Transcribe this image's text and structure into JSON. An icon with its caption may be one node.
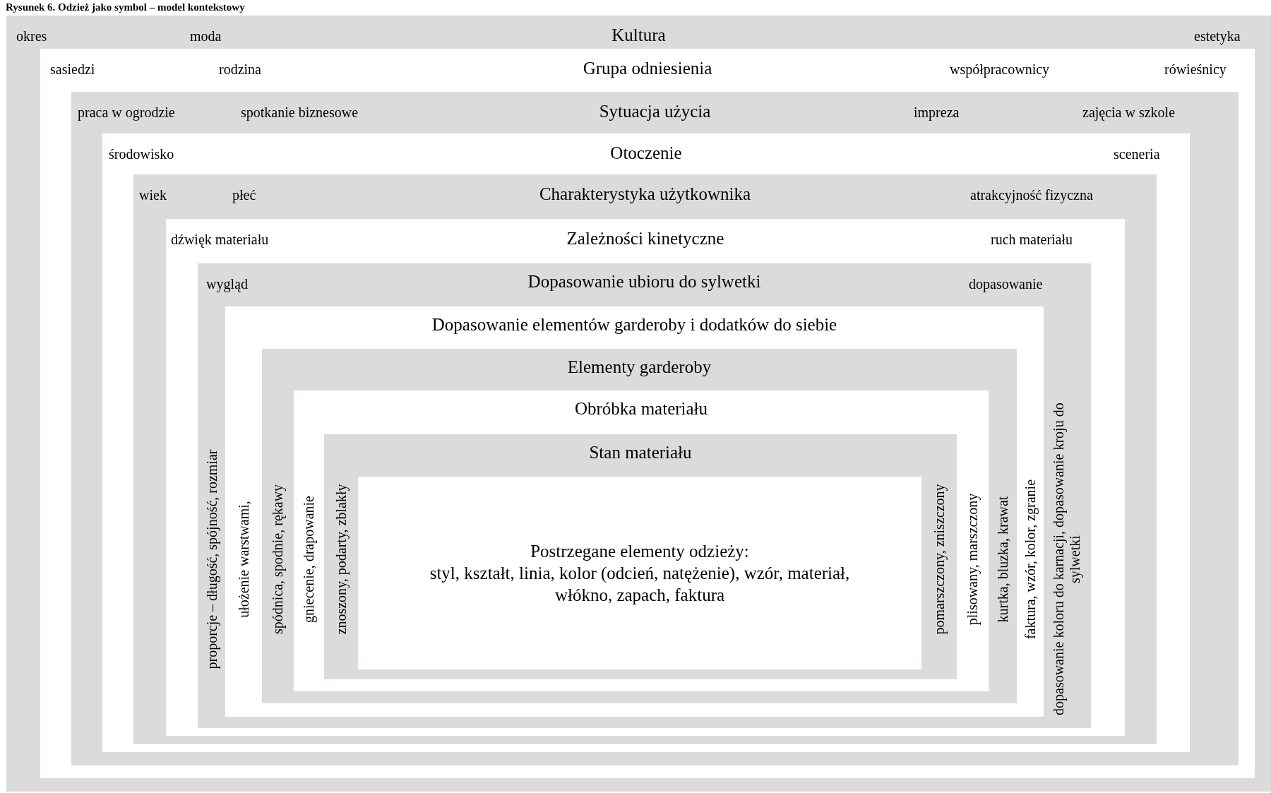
{
  "diagram": {
    "title": "Rysunek 6. Odzież jako symbol – model kontekstowy",
    "nodes": [
      {
        "text": [
          "okres",
          "moda",
          "Kultura",
          "estetyka"
        ]
      },
      {
        "text": [
          "sasiedzi",
          "rodzina",
          "Grupa odniesienia",
          "współpracownicy",
          "rówieśnicy"
        ],
        "in": 0
      },
      {
        "text": [
          "praca w ogrodzie",
          "spotkanie biznesowe",
          "Sytuacja użycia",
          "impreza",
          "zajęcia w szkole"
        ],
        "in": 1
      },
      {
        "text": [
          "środowisko",
          "Otoczenie",
          "sceneria"
        ],
        "in": 2
      },
      {
        "text": [
          "wiek",
          "płeć",
          "Charakterystyka użytkownika",
          "atrakcyjność fizyczna"
        ],
        "in": 3
      },
      {
        "text": [
          "dźwięk materiału",
          "Zależności kinetyczne",
          "ruch materiału"
        ],
        "in": 4
      },
      {
        "text": [
          "wygląd",
          "Dopasowanie ubioru do sylwetki",
          "dopasowanie",
          "proporcje – długość, spójność, rozmiar",
          "dopasowanie koloru do karnacji, dopasowanie kroju do sylwetki"
        ],
        "in": 5
      },
      {
        "text": [
          "Dopasowanie elementów garderoby i dodatków do siebie",
          "ułożenie warstwami,",
          "faktura, wzór, kolor, zgranie"
        ],
        "in": 6
      },
      {
        "text": [
          "Elementy garderoby",
          "spódnica, spodnie, rękawy",
          "kurtka, bluzka, krawat"
        ],
        "in": 7
      },
      {
        "text": [
          "Obróbka materiału",
          "gniecenie, drapowanie",
          "plisowany, marszczony"
        ],
        "in": 8
      },
      {
        "text": [
          "Stan materiału",
          "znoszony, podarty, zblakły",
          "pomarszczony, zniszczony"
        ],
        "in": 9
      },
      {
        "text": [
          "Postrzegane elementy odzieży:",
          "styl, kształt, linia, kolor (odcień, natężenie), wzór, materiał, włókno, zapach, faktura"
        ],
        "in": 10
      }
    ]
  }
}
